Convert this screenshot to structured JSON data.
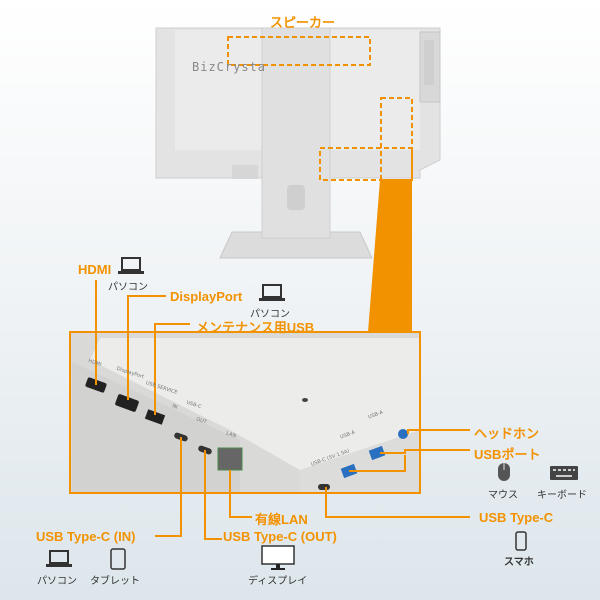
{
  "monitor": {
    "brand": "BizCrysta"
  },
  "callouts": {
    "speaker": "スピーカー",
    "hdmi": "HDMI",
    "displayport": "DisplayPort",
    "maintenance_usb": "メンテナンス用USB",
    "headphone": "ヘッドホン",
    "usb_port": "USBポート",
    "wired_lan": "有線LAN",
    "usb_type_c": "USB Type-C",
    "usb_type_c_in": "USB Type-C (IN)",
    "usb_type_c_out": "USB Type-C (OUT)"
  },
  "devices": {
    "hdmi_pc": "パソコン",
    "dp_pc": "パソコン",
    "mouse": "マウス",
    "keyboard": "キーボード",
    "smartphone": "スマホ",
    "in_pc": "パソコン",
    "in_tablet": "タブレット",
    "out_display": "ディスプレイ"
  },
  "port_labels": {
    "hdmi": "HDMI",
    "dp": "DisplayPort",
    "usb_service": "USB SERVICE",
    "in": "IN",
    "usbc": "USB-C",
    "out": "OUT",
    "lan": "LAN",
    "usbc_front": "USB-C (5V 1.5A)",
    "usba1": "USB-A",
    "usba2": "USB-A"
  },
  "colors": {
    "accent": "#f39200",
    "panel": "#e8e8e6"
  }
}
